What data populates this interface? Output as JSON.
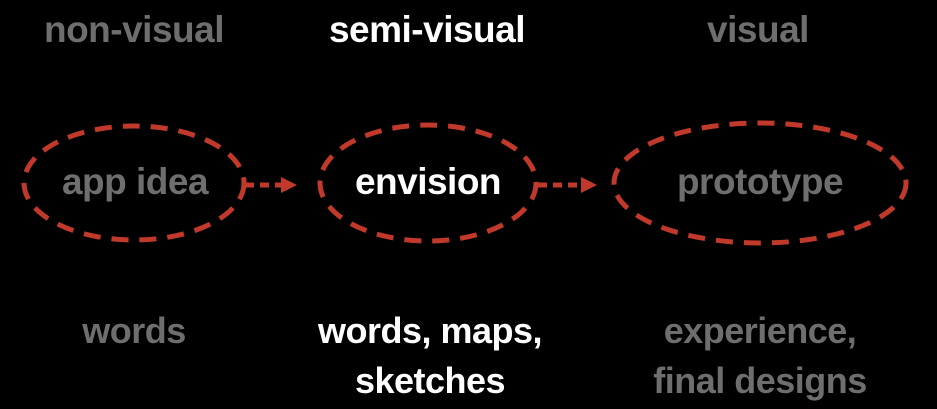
{
  "colors": {
    "background": "#000000",
    "dashed_outline": "#c1392b",
    "dim_text": "#6e6e6e",
    "highlight_text": "#ffffff"
  },
  "columns": [
    {
      "heading": "non-visual",
      "node": "app idea",
      "description": [
        "words"
      ],
      "highlighted": false
    },
    {
      "heading": "semi-visual",
      "node": "envision",
      "description": [
        "words, maps,",
        "sketches"
      ],
      "highlighted": true
    },
    {
      "heading": "visual",
      "node": "prototype",
      "description": [
        "experience,",
        "final designs"
      ],
      "highlighted": false
    }
  ],
  "connectors": [
    {
      "from": "app idea",
      "to": "envision",
      "style": "dashed-arrow"
    },
    {
      "from": "envision",
      "to": "prototype",
      "style": "dashed-arrow"
    }
  ]
}
